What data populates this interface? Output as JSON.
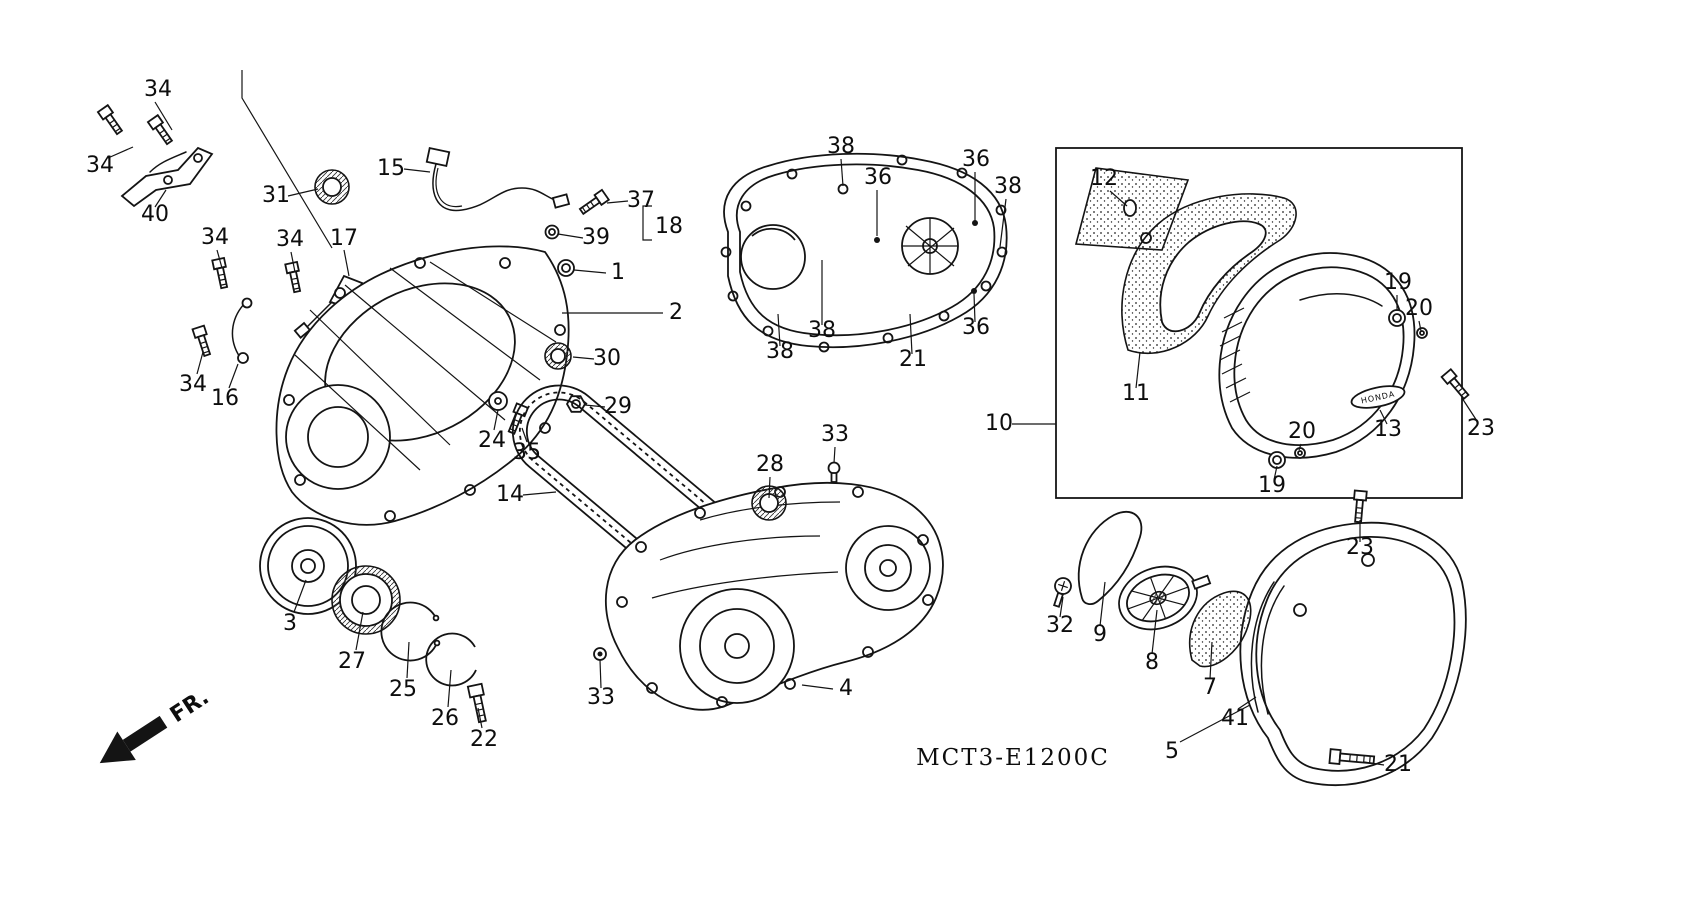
{
  "diagram": {
    "code": "MCT3-E1200C",
    "direction_label": "FR.",
    "brand_label": "HONDA"
  },
  "part_labels": [
    "34",
    "34",
    "40",
    "31",
    "15",
    "37",
    "18",
    "39",
    "17",
    "34",
    "34",
    "1",
    "2",
    "30",
    "29",
    "34",
    "16",
    "24",
    "35",
    "14",
    "28",
    "33",
    "33",
    "3",
    "27",
    "25",
    "26",
    "22",
    "4",
    "38",
    "36",
    "36",
    "38",
    "38",
    "38",
    "36",
    "21",
    "12",
    "11",
    "10",
    "19",
    "20",
    "23",
    "13",
    "20",
    "19",
    "23",
    "32",
    "9",
    "8",
    "7",
    "41",
    "5",
    "21"
  ]
}
